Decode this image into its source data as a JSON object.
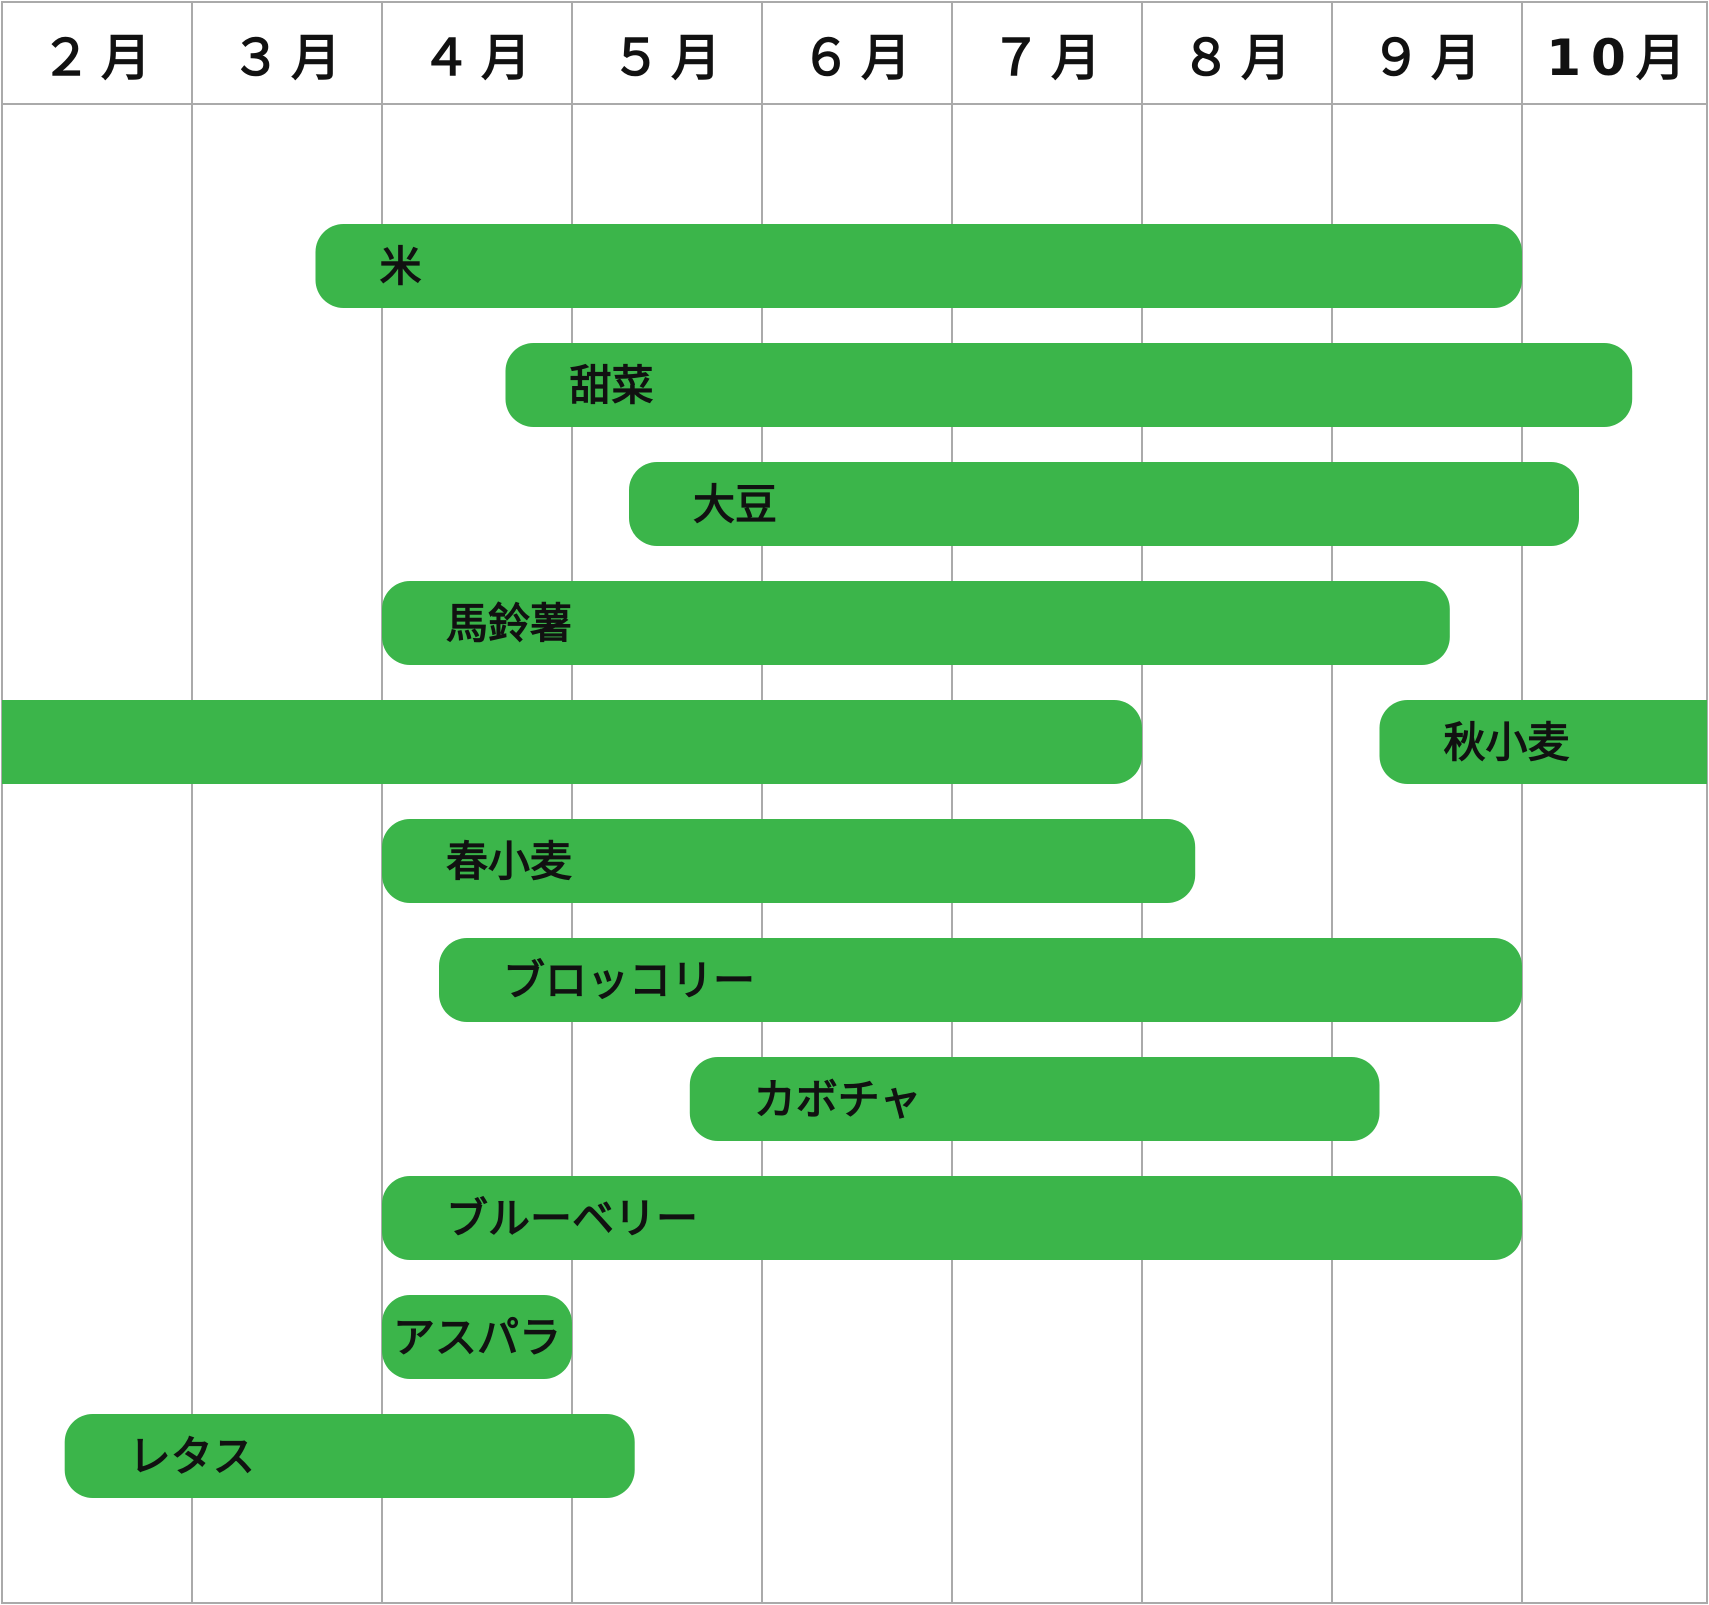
{
  "chart_data": {
    "type": "gantt",
    "x_unit": "month",
    "columns": [
      "２月",
      "３月",
      "４月",
      "５月",
      "６月",
      "７月",
      "８月",
      "９月",
      "10月"
    ],
    "xlim": [
      2,
      11
    ],
    "bar_color": "#3BB54A",
    "grid_color": "#AAAAAA",
    "grid": true,
    "rows": [
      {
        "label": "米",
        "segments": [
          {
            "start": 3.65,
            "end": 10.0
          }
        ]
      },
      {
        "label": "甜菜",
        "segments": [
          {
            "start": 4.65,
            "end": 10.58
          }
        ]
      },
      {
        "label": "大豆",
        "segments": [
          {
            "start": 5.3,
            "end": 10.3
          }
        ]
      },
      {
        "label": "馬鈴薯",
        "segments": [
          {
            "start": 4.0,
            "end": 9.62
          }
        ]
      },
      {
        "label": "秋小麦",
        "segments": [
          {
            "start": 2.0,
            "end": 8.0
          },
          {
            "start": 9.25,
            "end": 11.0
          }
        ]
      },
      {
        "label": "春小麦",
        "segments": [
          {
            "start": 4.0,
            "end": 8.28
          }
        ]
      },
      {
        "label": "ブロッコリー",
        "segments": [
          {
            "start": 4.3,
            "end": 10.0
          }
        ]
      },
      {
        "label": "カボチャ",
        "segments": [
          {
            "start": 5.62,
            "end": 9.25
          }
        ]
      },
      {
        "label": "ブルーベリー",
        "segments": [
          {
            "start": 4.0,
            "end": 10.0
          }
        ]
      },
      {
        "label": "アスパラ",
        "segments": [
          {
            "start": 4.0,
            "end": 5.0
          }
        ]
      },
      {
        "label": "レタス",
        "segments": [
          {
            "start": 2.33,
            "end": 5.33
          }
        ]
      }
    ]
  }
}
